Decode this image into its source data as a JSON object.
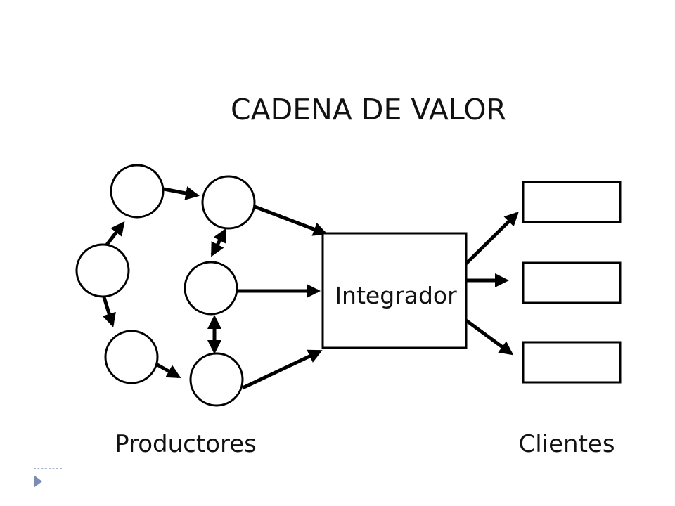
{
  "title": "CADENA DE VALOR",
  "integrator_label": "Integrador",
  "producers_label": "Productores",
  "clients_label": "Clientes",
  "colors": {
    "stroke": "#000000",
    "text": "#111111",
    "slide_accent": "#7b8db5"
  },
  "slide_icon": "triangle-bullet-icon"
}
